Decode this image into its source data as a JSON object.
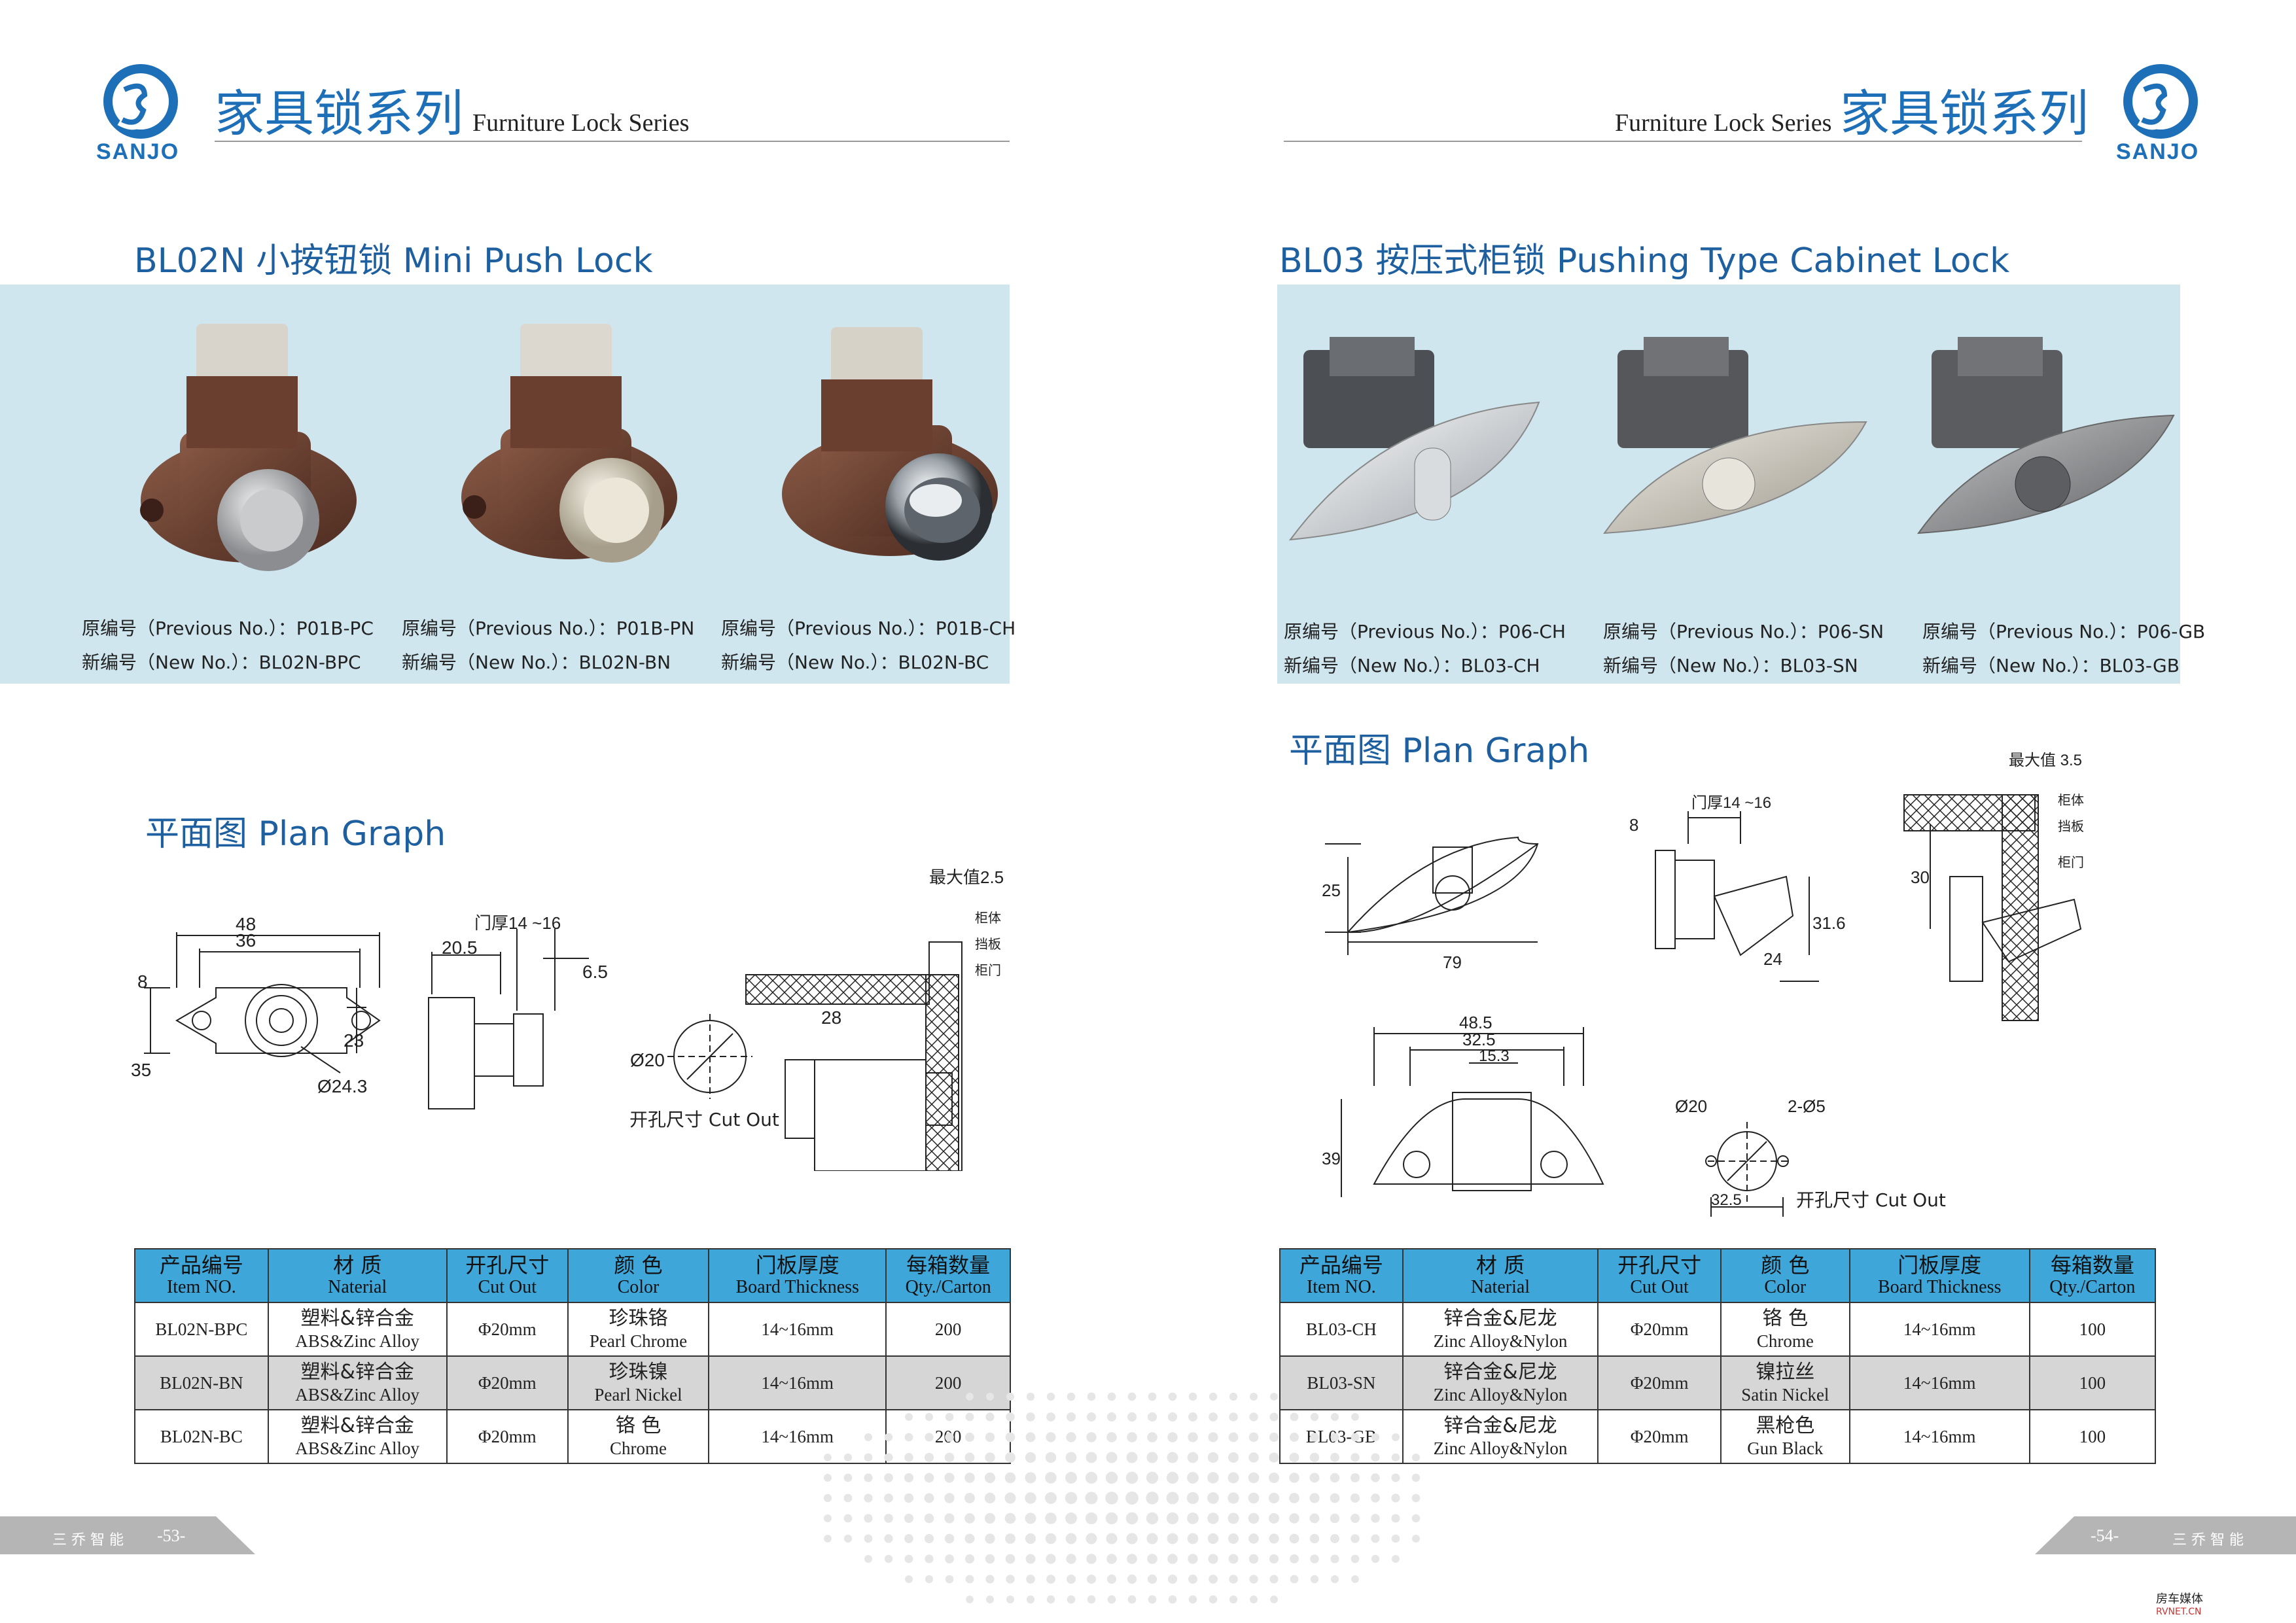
{
  "header": {
    "logo_text": "SANJO",
    "series_cn": "家具锁系列",
    "series_en": "Furniture Lock Series"
  },
  "left": {
    "product_title": "BL02N 小按钮锁  Mini Push Lock",
    "variants": [
      {
        "prev": "原编号（Previous No.）：P01B-PC",
        "new": "新编号（New No.）：BL02N-BPC",
        "finish_color": "#b8babc"
      },
      {
        "prev": "原编号（Previous No.）：P01B-PN",
        "new": "新编号（New No.）：BL02N-BN",
        "finish_color": "#d9d3c4"
      },
      {
        "prev": "原编号（Previous No.）：P01B-CH",
        "new": "新编号（New No.）：BL02N-BC",
        "finish_color": "#dfe3e6"
      }
    ],
    "plan_title": "平面图 Plan Graph",
    "drawing": {
      "dim_48": "48",
      "dim_36": "36",
      "dim_8": "8",
      "dim_23": "23",
      "dim_35": "35",
      "dim_d243": "Ø24.3",
      "door_thickness": "门厚14 ~16",
      "dim_205": "20.5",
      "dim_65": "6.5",
      "dim_d20": "Ø20",
      "cut_out": "开孔尺寸 Cut Out",
      "max_val": "最大值2.5",
      "label_body": "柜体",
      "label_plate": "挡板",
      "label_door": "柜门",
      "dim_28": "28"
    },
    "table": {
      "headers": [
        {
          "cn": "产品编号",
          "en": "Item NO."
        },
        {
          "cn": "材  质",
          "en": "Naterial"
        },
        {
          "cn": "开孔尺寸",
          "en": "Cut Out"
        },
        {
          "cn": "颜  色",
          "en": "Color"
        },
        {
          "cn": "门板厚度",
          "en": "Board Thickness"
        },
        {
          "cn": "每箱数量",
          "en": "Qty./Carton"
        }
      ],
      "rows": [
        {
          "item": "BL02N-BPC",
          "mat_cn": "塑料&锌合金",
          "mat_en": "ABS&Zinc Alloy",
          "cut": "Φ20mm",
          "color_cn": "珍珠铬",
          "color_en": "Pearl Chrome",
          "board": "14~16mm",
          "qty": "200"
        },
        {
          "item": "BL02N-BN",
          "mat_cn": "塑料&锌合金",
          "mat_en": "ABS&Zinc Alloy",
          "cut": "Φ20mm",
          "color_cn": "珍珠镍",
          "color_en": "Pearl Nickel",
          "board": "14~16mm",
          "qty": "200"
        },
        {
          "item": "BL02N-BC",
          "mat_cn": "塑料&锌合金",
          "mat_en": "ABS&Zinc Alloy",
          "cut": "Φ20mm",
          "color_cn": "铬  色",
          "color_en": "Chrome",
          "board": "14~16mm",
          "qty": "200"
        }
      ]
    },
    "footer_brand": "三 乔 智 能",
    "page_no": "-53-"
  },
  "right": {
    "product_title": "BL03 按压式柜锁  Pushing Type Cabinet Lock",
    "variants": [
      {
        "prev": "原编号（Previous No.）：P06-CH",
        "new": "新编号（New No.）：BL03-CH",
        "finish_color": "#e4e6e8"
      },
      {
        "prev": "原编号（Previous No.）：P06-SN",
        "new": "新编号（New No.）：BL03-SN",
        "finish_color": "#c9c6bd"
      },
      {
        "prev": "原编号（Previous No.）：P06-GB",
        "new": "新编号（New No.）：BL03-GB",
        "finish_color": "#8d8e90"
      }
    ],
    "plan_title": "平面图 Plan Graph",
    "drawing": {
      "dim_25": "25",
      "dim_79": "79",
      "dim_8": "8",
      "door_thickness": "门厚14 ~16",
      "dim_316": "31.6",
      "dim_24": "24",
      "max_val": "最大值 3.5",
      "label_body": "柜体",
      "label_plate": "挡板",
      "label_door": "柜门",
      "dim_30": "30",
      "dim_485": "48.5",
      "dim_325": "32.5",
      "dim_153": "15.3",
      "dim_39": "39",
      "dim_d20": "Ø20",
      "dim_2d5": "2-Ø5",
      "dim_325b": "32.5",
      "cut_out": "开孔尺寸 Cut Out"
    },
    "table": {
      "headers": [
        {
          "cn": "产品编号",
          "en": "Item NO."
        },
        {
          "cn": "材  质",
          "en": "Naterial"
        },
        {
          "cn": "开孔尺寸",
          "en": "Cut Out"
        },
        {
          "cn": "颜  色",
          "en": "Color"
        },
        {
          "cn": "门板厚度",
          "en": "Board Thickness"
        },
        {
          "cn": "每箱数量",
          "en": "Qty./Carton"
        }
      ],
      "rows": [
        {
          "item": "BL03-CH",
          "mat_cn": "锌合金&尼龙",
          "mat_en": "Zinc Alloy&Nylon",
          "cut": "Φ20mm",
          "color_cn": "铬  色",
          "color_en": "Chrome",
          "board": "14~16mm",
          "qty": "100"
        },
        {
          "item": "BL03-SN",
          "mat_cn": "锌合金&尼龙",
          "mat_en": "Zinc Alloy&Nylon",
          "cut": "Φ20mm",
          "color_cn": "镍拉丝",
          "color_en": "Satin Nickel",
          "board": "14~16mm",
          "qty": "100"
        },
        {
          "item": "BL03-GB",
          "mat_cn": "锌合金&尼龙",
          "mat_en": "Zinc Alloy&Nylon",
          "cut": "Φ20mm",
          "color_cn": "黑枪色",
          "color_en": "Gun Black",
          "board": "14~16mm",
          "qty": "100"
        }
      ]
    },
    "footer_brand": "三 乔 智 能",
    "page_no": "-54-"
  },
  "watermark": {
    "cn": "房车媒体",
    "en": "RVNET.CN"
  },
  "colors": {
    "brand_blue": "#1d6fb8",
    "band_blue": "#cfe6ef",
    "table_header": "#3fa6da",
    "footer_gray": "#b5b5b5"
  }
}
